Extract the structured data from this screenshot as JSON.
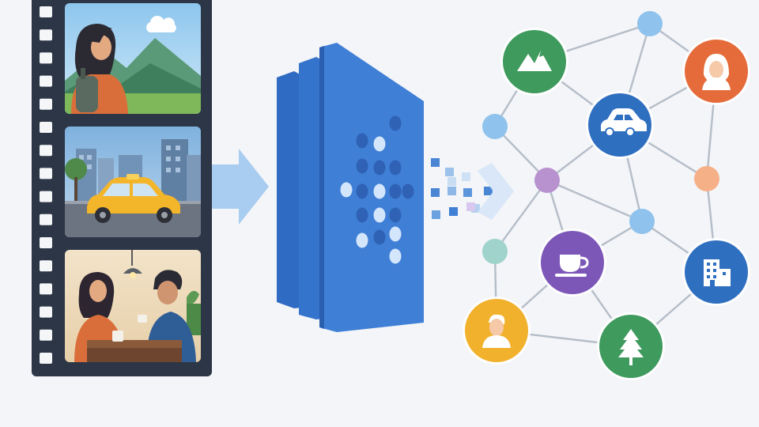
{
  "diagram": {
    "colors": {
      "background": "#f3f5f8",
      "film_strip": "#2c3646",
      "film_hole": "#f5f6f8",
      "arrow": "#a9cdf0",
      "encoder_front": "#3f7fd6",
      "encoder_back": "#2f6bc3",
      "encoder_edge": "#2a5fb0",
      "dot_dark": "#2f62b5",
      "dot_light": "#d4e6fb",
      "edge": "#b5bdc8",
      "green": "#3f9a5e",
      "orange": "#e56b3a",
      "blue": "#2f6fc0",
      "purple": "#7c57b8",
      "yellow": "#f2b12c",
      "light_blue": "#8fc2ec",
      "light_orange": "#f6b088",
      "light_purple": "#b892cf",
      "light_teal": "#9fd3cc"
    },
    "film_strip": {
      "frames": [
        {
          "scene": "woman-hiker-mountains"
        },
        {
          "scene": "taxi-city-street"
        },
        {
          "scene": "couple-cafe-conversation"
        }
      ]
    },
    "encoder": {
      "layers": 3
    },
    "graph": {
      "nodes": [
        {
          "id": "mountain",
          "icon": "mountain-icon",
          "color": "green",
          "size": "large"
        },
        {
          "id": "person-woman",
          "icon": "woman-icon",
          "color": "orange",
          "size": "large"
        },
        {
          "id": "car",
          "icon": "car-icon",
          "color": "blue",
          "size": "large"
        },
        {
          "id": "coffee",
          "icon": "coffee-cup-icon",
          "color": "purple",
          "size": "large"
        },
        {
          "id": "building",
          "icon": "building-icon",
          "color": "blue",
          "size": "large"
        },
        {
          "id": "person-man",
          "icon": "man-icon",
          "color": "yellow",
          "size": "large"
        },
        {
          "id": "tree",
          "icon": "tree-icon",
          "color": "green",
          "size": "large"
        },
        {
          "id": "dot-top",
          "color": "light_blue",
          "size": "small"
        },
        {
          "id": "dot-left",
          "color": "light_blue",
          "size": "small"
        },
        {
          "id": "dot-center-purple",
          "color": "light_purple",
          "size": "small"
        },
        {
          "id": "dot-right-orange",
          "color": "light_orange",
          "size": "small"
        },
        {
          "id": "dot-middle-blue",
          "color": "light_blue",
          "size": "small"
        },
        {
          "id": "dot-left-teal",
          "color": "light_teal",
          "size": "small"
        }
      ],
      "edges": [
        [
          "mountain",
          "dot-top"
        ],
        [
          "dot-top",
          "person-woman"
        ],
        [
          "mountain",
          "dot-left"
        ],
        [
          "mountain",
          "car"
        ],
        [
          "person-woman",
          "car"
        ],
        [
          "person-woman",
          "dot-right-orange"
        ],
        [
          "dot-top",
          "car"
        ],
        [
          "car",
          "dot-center-purple"
        ],
        [
          "car",
          "dot-right-orange"
        ],
        [
          "car",
          "dot-middle-blue"
        ],
        [
          "dot-left",
          "dot-center-purple"
        ],
        [
          "dot-center-purple",
          "dot-left-teal"
        ],
        [
          "dot-center-purple",
          "coffee"
        ],
        [
          "dot-center-purple",
          "dot-middle-blue"
        ],
        [
          "dot-right-orange",
          "building"
        ],
        [
          "dot-middle-blue",
          "building"
        ],
        [
          "dot-middle-blue",
          "coffee"
        ],
        [
          "dot-left-teal",
          "person-man"
        ],
        [
          "coffee",
          "person-man"
        ],
        [
          "coffee",
          "tree"
        ],
        [
          "person-man",
          "tree"
        ],
        [
          "tree",
          "building"
        ]
      ]
    }
  }
}
